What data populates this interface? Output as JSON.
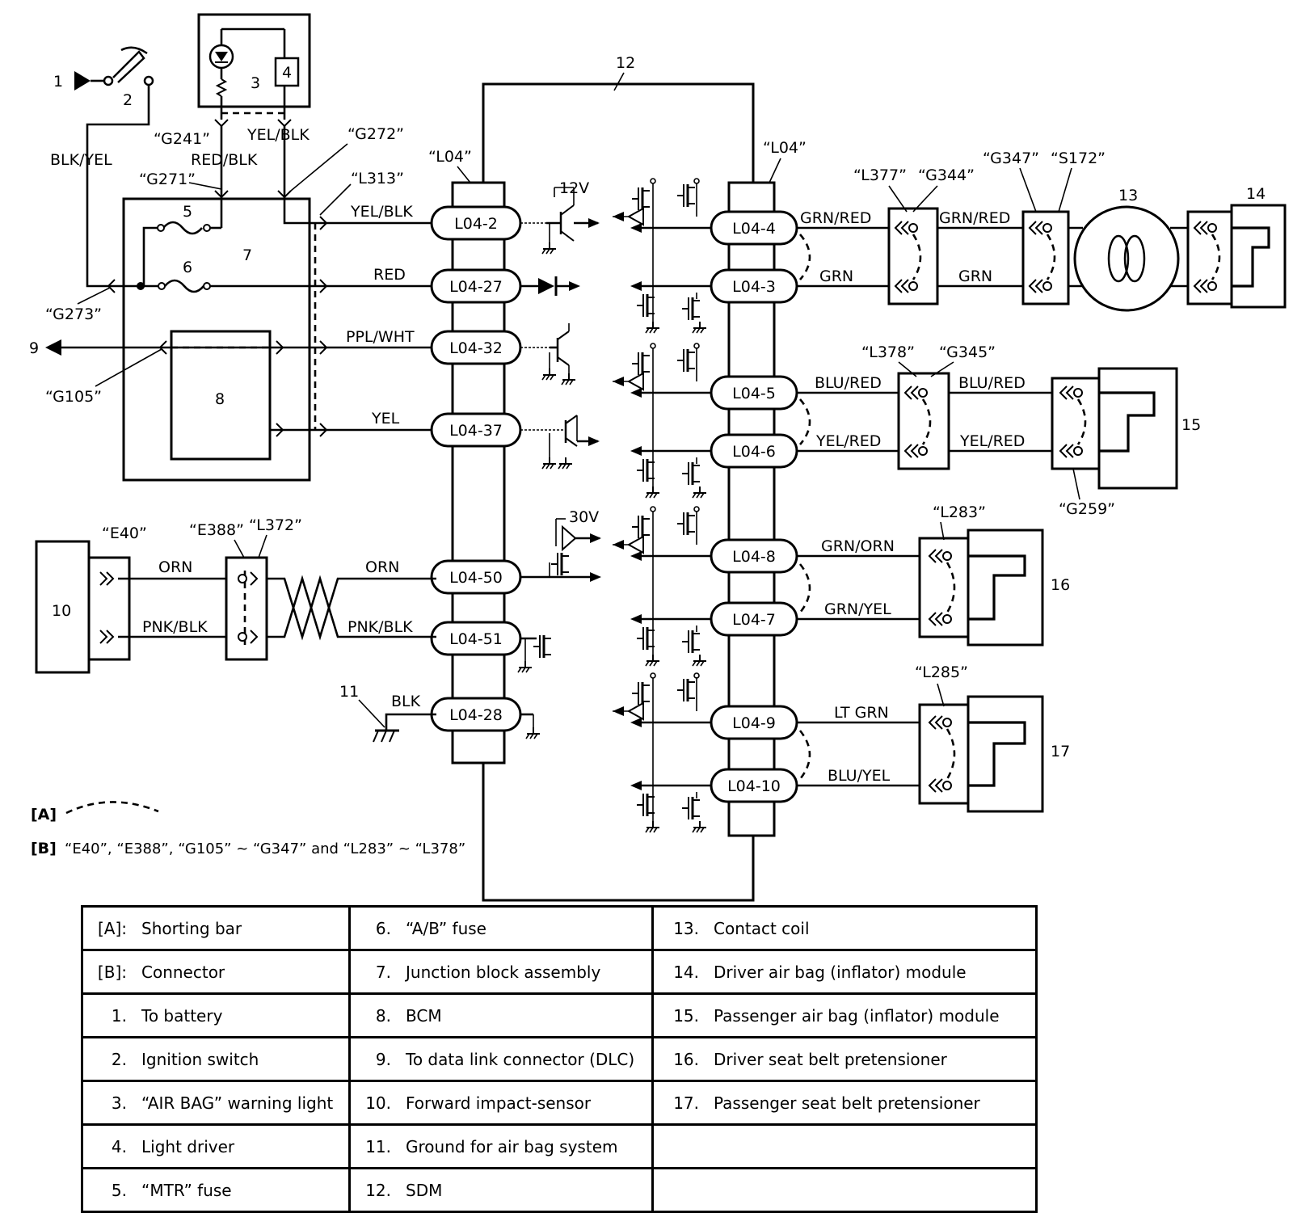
{
  "refs": {
    "n1": "1",
    "n2": "2",
    "n3": "3",
    "n4": "4",
    "n5": "5",
    "n6": "6",
    "n7": "7",
    "n8": "8",
    "n9": "9",
    "n10": "10",
    "n11": "11",
    "n12": "12",
    "n13": "13",
    "n14": "14",
    "n15": "15",
    "n16": "16",
    "n17": "17"
  },
  "connectors": {
    "G241": "“G241”",
    "G271": "“G271”",
    "G272": "“G272”",
    "G273": "“G273”",
    "G105": "“G105”",
    "L313": "“L313”",
    "L04_left": "“L04”",
    "L04_right": "“L04”",
    "L377": "“L377”",
    "G344": "“G344”",
    "G347": "“G347”",
    "S172": "“S172”",
    "L378": "“L378”",
    "G345": "“G345”",
    "G259": "“G259”",
    "L283": "“L283”",
    "L285": "“L285”",
    "E40": "“E40”",
    "E388": "“E388”",
    "L372": "“L372”"
  },
  "wires": {
    "blk_yel": "BLK/YEL",
    "red_blk": "RED/BLK",
    "yel_blk_top": "YEL/BLK",
    "yel_blk": "YEL/BLK",
    "red": "RED",
    "ppl_wht": "PPL/WHT",
    "yel": "YEL",
    "orn_left": "ORN",
    "pnk_blk_left": "PNK/BLK",
    "orn_right": "ORN",
    "pnk_blk_right": "PNK/BLK",
    "blk": "BLK",
    "grn_red_1": "GRN/RED",
    "grn_red_2": "GRN/RED",
    "grn_1": "GRN",
    "grn_2": "GRN",
    "blu_red_1": "BLU/RED",
    "blu_red_2": "BLU/RED",
    "yel_red_1": "YEL/RED",
    "yel_red_2": "YEL/RED",
    "grn_orn": "GRN/ORN",
    "grn_yel": "GRN/YEL",
    "lt_grn": "LT GRN",
    "blu_yel": "BLU/YEL"
  },
  "voltages": {
    "v12": "12V",
    "v30": "30V"
  },
  "pins_left": [
    "L04-2",
    "L04-27",
    "L04-32",
    "L04-37",
    "L04-50",
    "L04-51",
    "L04-28"
  ],
  "pins_right": [
    "L04-4",
    "L04-3",
    "L04-5",
    "L04-6",
    "L04-8",
    "L04-7",
    "L04-9",
    "L04-10"
  ],
  "notes": {
    "a_key": "[A]",
    "b_key": "[B]",
    "b_text": "“E40”, “E388”, “G105” ~ “G347” and “L283” ~ “L378”"
  },
  "legend": [
    [
      {
        "k": "[A]:",
        "t": "Shorting bar"
      },
      {
        "k": "6.",
        "t": "“A/B” fuse"
      },
      {
        "k": "13.",
        "t": "Contact coil"
      }
    ],
    [
      {
        "k": "[B]:",
        "t": "Connector"
      },
      {
        "k": "7.",
        "t": "Junction block assembly"
      },
      {
        "k": "14.",
        "t": "Driver air bag (inflator) module"
      }
    ],
    [
      {
        "k": "1.",
        "t": "To battery"
      },
      {
        "k": "8.",
        "t": "BCM"
      },
      {
        "k": "15.",
        "t": "Passenger air bag (inflator) module"
      }
    ],
    [
      {
        "k": "2.",
        "t": "Ignition switch"
      },
      {
        "k": "9.",
        "t": "To data link connector (DLC)"
      },
      {
        "k": "16.",
        "t": "Driver seat belt pretensioner"
      }
    ],
    [
      {
        "k": "3.",
        "t": "“AIR BAG” warning light"
      },
      {
        "k": "10.",
        "t": "Forward impact-sensor"
      },
      {
        "k": "17.",
        "t": "Passenger seat belt pretensioner"
      }
    ],
    [
      {
        "k": "4.",
        "t": "Light driver"
      },
      {
        "k": "11.",
        "t": "Ground for air bag system"
      },
      {
        "k": "",
        "t": ""
      }
    ],
    [
      {
        "k": "5.",
        "t": "“MTR” fuse"
      },
      {
        "k": "12.",
        "t": "SDM"
      },
      {
        "k": "",
        "t": ""
      }
    ]
  ]
}
